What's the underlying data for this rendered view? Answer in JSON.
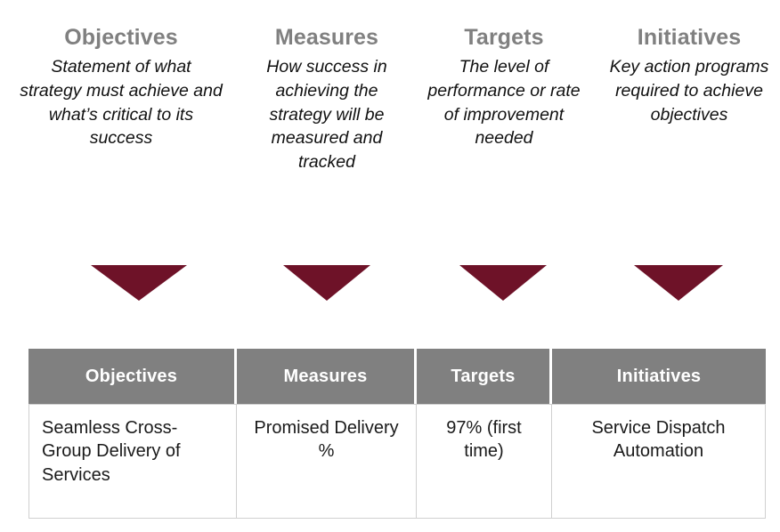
{
  "theme": {
    "heading_gray": "#808080",
    "arrow_maroon": "#6E1228",
    "header_fill": "#808080",
    "header_text": "#FFFFFF",
    "cell_border": "#D0D0D0",
    "body_text": "#1A1A1A",
    "page_background": "#FFFFFF"
  },
  "descriptors": [
    {
      "title": "Objectives",
      "text": "Statement of what strategy must achieve and what’s critical to its success",
      "arrow": "down-triangle-arrow"
    },
    {
      "title": "Measures",
      "text": "How success in achieving the strategy will be measured and tracked",
      "arrow": "down-triangle-arrow"
    },
    {
      "title": "Targets",
      "text": "The level of performance or rate of improvement needed",
      "arrow": "down-triangle-arrow"
    },
    {
      "title": "Initiatives",
      "text": "Key action programs required to achieve objectives",
      "arrow": "down-triangle-arrow"
    }
  ],
  "table": {
    "columns": [
      "Objectives",
      "Measures",
      "Targets",
      "Initiatives"
    ],
    "rows": [
      {
        "objectives": "Seamless Cross-Group Delivery of Services",
        "measures": "Promised Delivery %",
        "targets": "97% (first time)",
        "initiatives": "Service Dispatch Automation"
      }
    ]
  }
}
